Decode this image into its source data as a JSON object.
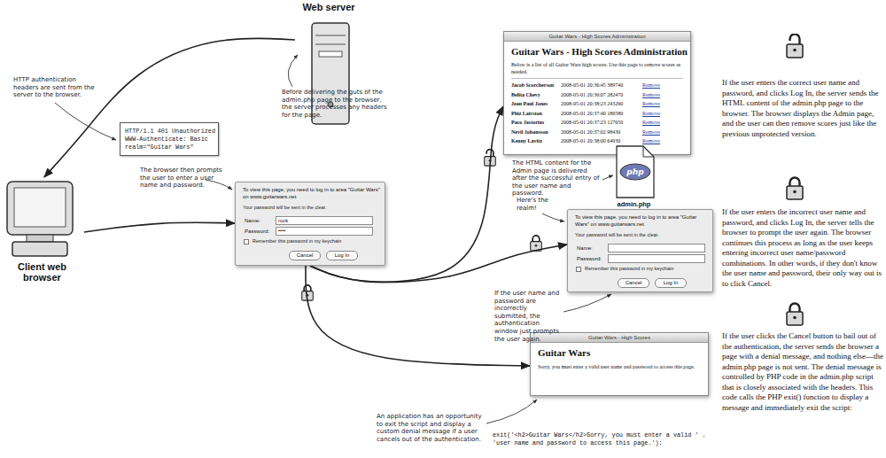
{
  "diagram": {
    "nodes": [
      {
        "text": [
          "Web server"
        ]
      },
      {
        "text": [
          "HTTP/1.1 401 Unauthorized WWW-Authenticate: Basic realm=\"Guitar Wars\""
        ]
      },
      {
        "text": [
          "Client web browser"
        ]
      },
      {
        "text": [
          "To view this page, you need to log in to area \"Guitar Wars\" on www.guitarwars.net",
          "Your password will be sent in the clear.",
          "Name:",
          "rock",
          "Password:",
          "••••",
          "Remember this password in my keychain",
          "Cancel",
          "Log In"
        ]
      },
      {
        "text": [
          "Guitar Wars - High Scores Administration",
          "Guitar Wars - High Scores Administration",
          "Below is a list of all Guitar Wars high scores. Use this page to remove scores as needed.",
          "Jacob Scorcherson",
          "2008-05-01 20:36:45 389740",
          "Remove",
          "Belita Chevy",
          "2008-05-01 20:36:07 282470",
          "Remove",
          "Jean Paul Jones",
          "2008-05-01 20:38:23 243260",
          "Remove",
          "Phiz Lairston",
          "2008-05-01 20:37:40 186580",
          "Remove",
          "Paco Jastorius",
          "2008-05-01 20:37:23 127650",
          "Remove",
          "Nevil Johansson",
          "2008-05-01 20:37:02 98430",
          "Remove",
          "Kenny Lavitz",
          "2008-05-01 20:38:00 64930",
          "Remove"
        ]
      },
      {
        "text": [
          "php",
          "admin.php"
        ]
      },
      {
        "text": [
          "To view this page, you need to log in to area \"Guitar Wars\" on www.guitarwars.net",
          "Your password will be sent in the clear.",
          "Name:",
          "Password:",
          "Remember this password in my keychain",
          "Cancel",
          "Log In"
        ]
      },
      {
        "text": [
          "Guitar Wars - High Scores",
          "Guitar Wars",
          "Sorry, you must enter a valid user name and password to access this page."
        ]
      }
    ],
    "edges": [
      {
        "from": 0,
        "to": 2,
        "arrow": "to"
      },
      {
        "from": 2,
        "to": 3,
        "arrow": "to"
      },
      {
        "from": 3,
        "to": 4,
        "arrow": "to"
      },
      {
        "from": 3,
        "to": 6,
        "arrow": "to"
      },
      {
        "from": 3,
        "to": 7,
        "arrow": "to"
      }
    ],
    "labels": [
      "HTTP authentication headers are sent from the server to the browser.",
      "Before delivering the guts of the admin.php page to the browser, the server processes any headers for the page.",
      "The browser then prompts the user to enter a user name and password.",
      "The HTML content for the Admin page is delivered after the successful entry of the user name and password.",
      "Here's the realm!",
      "If the user name and password are incorrectly submitted, the authentication window just prompts the user again.",
      "An application has an opportunity to exit the script and display a custom denial message if a user cancels out of the authentication.",
      "If the user enters the correct user name and password, and clicks Log In, the server sends the HTML content of the admin.php page to the browser. The browser displays the Admin page, and the user can then remove scores just like the previous unprotected version.",
      "If the user enters the incorrect user name and password, and clicks Log In, the server tells the browser to prompt the user again. The browser continues this process as long as the user keeps entering incorrect user name/password combinations. In other words, if they don't know the user name and password, their only way out is to click Cancel.",
      "If the user clicks the Cancel button to bail out of the authentication, the server sends the browser a page with a denial message, and nothing else—the admin.php page is not sent. The denial message is controlled by PHP code in the admin.php script that is closely associated with the headers. This code calls the PHP exit() function to display a message and immediately exit the script:",
      "exit('<h2>Guitar Wars</h2>Sorry, you must enter a valid ' . 'user name and password to access this page.');"
    ]
  }
}
